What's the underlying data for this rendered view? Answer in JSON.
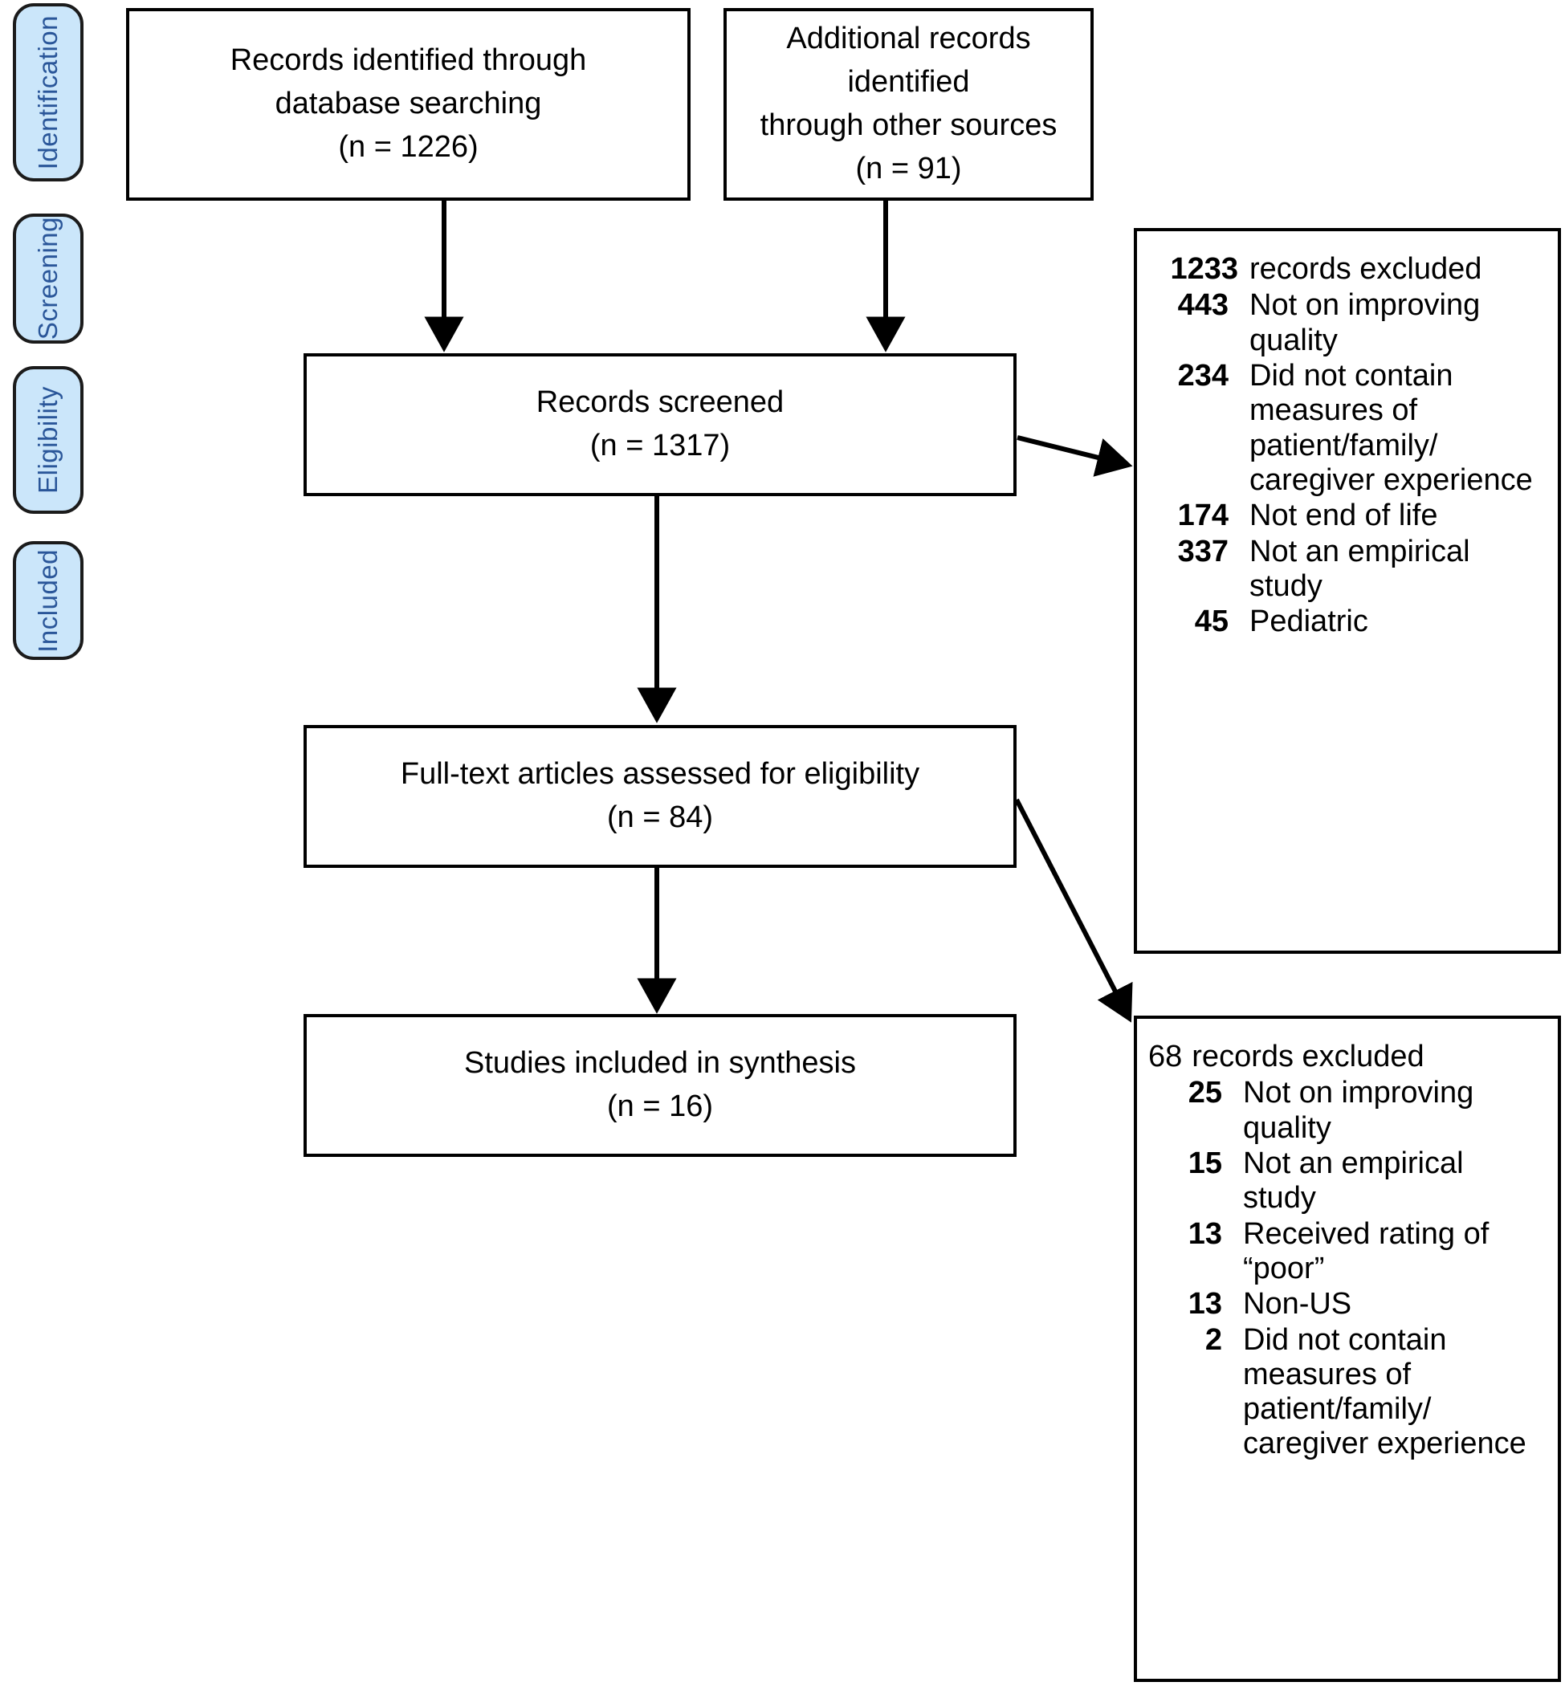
{
  "stages": [
    {
      "label": "Identification"
    },
    {
      "label": "Screening"
    },
    {
      "label": "Eligibility"
    },
    {
      "label": "Included"
    }
  ],
  "flow_boxes": {
    "identified_database": {
      "line1": "Records identified through",
      "line2": "database searching",
      "line3": "(n = 1226)"
    },
    "identified_other": {
      "line1": "Additional records identified",
      "line2": "through other sources",
      "line3": "(n = 91)"
    },
    "screened": {
      "line1": "Records screened",
      "line2": "(n = 1317)"
    },
    "fulltext": {
      "line1": "Full-text articles assessed for eligibility",
      "line2": "(n = 84)"
    },
    "included": {
      "line1": "Studies included in synthesis",
      "line2": "(n = 16)"
    }
  },
  "exclusions": {
    "screening": {
      "head_number": "1233",
      "head_text": "records excluded",
      "head_bold": true,
      "reasons": [
        {
          "n": "443",
          "text": "Not on improving quality"
        },
        {
          "n": "234",
          "text": "Did not contain measures of patient/family/ caregiver experience"
        },
        {
          "n": "174",
          "text": "Not end of life"
        },
        {
          "n": "337",
          "text": "Not an empirical study"
        },
        {
          "n": "45",
          "text": "Pediatric"
        }
      ]
    },
    "eligibility": {
      "head_number": "68",
      "head_text": "records excluded",
      "head_bold": false,
      "reasons": [
        {
          "n": "25",
          "text": "Not on improving quality"
        },
        {
          "n": "15",
          "text": "Not an empirical study"
        },
        {
          "n": "13",
          "text": "Received rating of “poor”"
        },
        {
          "n": "13",
          "text": "Non-US"
        },
        {
          "n": "2",
          "text": "Did not contain measures of patient/family/ caregiver experience"
        }
      ]
    }
  },
  "colors": {
    "stage_fill": "#cbe6fa",
    "stage_border": "#1b1b1b",
    "stage_text": "#2a5699",
    "box_border": "#000000",
    "arrow": "#000000"
  },
  "chart_data": {
    "type": "diagram",
    "title": "PRISMA flow diagram",
    "nodes": [
      {
        "id": "identified_database",
        "label": "Records identified through database searching",
        "n": 1226,
        "stage": "Identification"
      },
      {
        "id": "identified_other",
        "label": "Additional records identified through other sources",
        "n": 91,
        "stage": "Identification"
      },
      {
        "id": "screened",
        "label": "Records screened",
        "n": 1317,
        "stage": "Screening"
      },
      {
        "id": "fulltext",
        "label": "Full-text articles assessed for eligibility",
        "n": 84,
        "stage": "Eligibility"
      },
      {
        "id": "included",
        "label": "Studies included in synthesis",
        "n": 16,
        "stage": "Included"
      },
      {
        "id": "excluded_screening",
        "label": "records excluded",
        "n": 1233,
        "stage": "Screening"
      },
      {
        "id": "excluded_eligibility",
        "label": "records excluded",
        "n": 68,
        "stage": "Eligibility"
      }
    ],
    "edges": [
      {
        "from": "identified_database",
        "to": "screened"
      },
      {
        "from": "identified_other",
        "to": "screened"
      },
      {
        "from": "screened",
        "to": "fulltext"
      },
      {
        "from": "screened",
        "to": "excluded_screening"
      },
      {
        "from": "fulltext",
        "to": "included"
      },
      {
        "from": "fulltext",
        "to": "excluded_eligibility"
      }
    ]
  }
}
